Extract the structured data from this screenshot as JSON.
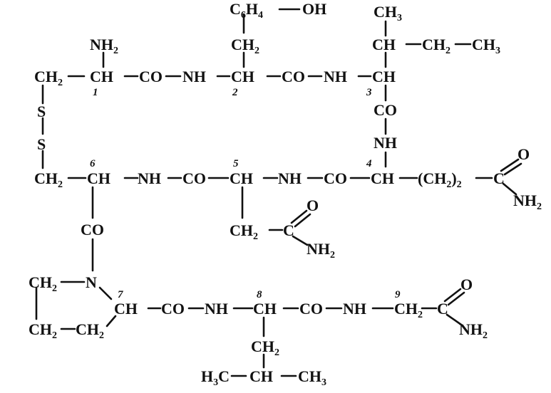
{
  "structure": {
    "res1": {
      "nh2": "NH",
      "nh2_sub": "2",
      "ch2": "CH",
      "ch2_sub": "2",
      "ch": "CH",
      "co": "CO",
      "nh": "NH",
      "num": "1"
    },
    "res2": {
      "c": "C",
      "c_sub": "6",
      "h": "H",
      "h_sub": "4",
      "oh": "OH",
      "ch2": "CH",
      "ch2_sub": "2",
      "ch": "CH",
      "co": "CO",
      "nh": "NH",
      "num": "2"
    },
    "res3": {
      "ch3": "CH",
      "ch3_sub": "3",
      "ch": "CH",
      "ch2": "CH",
      "ch2_sub": "2",
      "ch3b": "CH",
      "ch3b_sub": "3",
      "cha": "CH",
      "co": "CO",
      "nh": "NH",
      "num": "3"
    },
    "disulfide": {
      "s1": "S",
      "s2": "S"
    },
    "res6": {
      "ch2": "CH",
      "ch2_sub": "2",
      "ch": "CH",
      "nh": "NH",
      "co": "CO",
      "co_down": "CO",
      "num": "6"
    },
    "res5": {
      "ch": "CH",
      "nh": "NH",
      "co": "CO",
      "ch2": "CH",
      "ch2_sub": "2",
      "c": "C",
      "o": "O",
      "nh2": "NH",
      "nh2_sub": "2",
      "num": "5"
    },
    "res4": {
      "ch": "CH",
      "ch2p": "(CH",
      "ch2p_sub": "2",
      "ch2p_close": ")",
      "ch2p_close_sub": "2",
      "c": "C",
      "o": "O",
      "nh2": "NH",
      "nh2_sub": "2",
      "num": "4"
    },
    "res7": {
      "ch2a": "CH",
      "ch2a_sub": "2",
      "n": "N",
      "ch2b": "CH",
      "ch2b_sub": "2",
      "ch2c": "CH",
      "ch2c_sub": "2",
      "ch": "CH",
      "co": "CO",
      "nh": "NH",
      "num": "7"
    },
    "res8": {
      "ch": "CH",
      "co": "CO",
      "nh": "NH",
      "ch2": "CH",
      "ch2_sub": "2",
      "h3c": "H",
      "h3c_sub": "3",
      "h3c_c": "C",
      "ch3": "CH",
      "ch3_sub": "3",
      "num": "8"
    },
    "res9": {
      "ch2": "CH",
      "ch2_sub": "2",
      "c": "C",
      "o": "O",
      "nh2": "NH",
      "nh2_sub": "2",
      "num": "9"
    }
  }
}
